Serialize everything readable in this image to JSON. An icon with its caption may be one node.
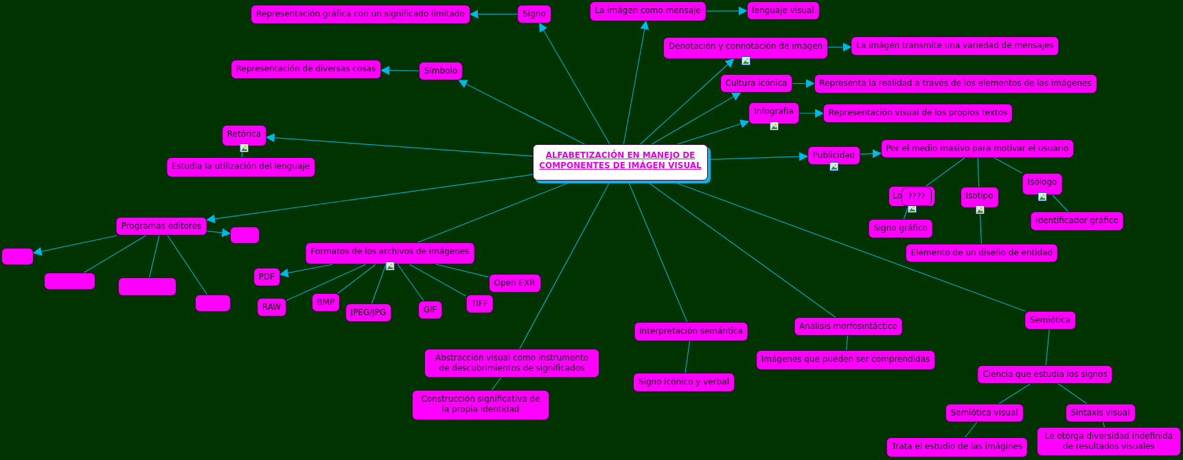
{
  "diagram": {
    "nodes": [
      {
        "text": [
          "ALFABETIZACIÓN EN MANEJO DE COMPONENTES DE IMÁGEN VISUAL"
        ]
      },
      {
        "text": [
          "Signo"
        ]
      },
      {
        "text": [
          "Representación gráfica con un significado limitado"
        ]
      },
      {
        "text": [
          "La imágen como mensaje"
        ]
      },
      {
        "text": [
          "lenguaje visual"
        ]
      },
      {
        "text": [
          "Denotación y connotación de imágen"
        ]
      },
      {
        "text": [
          "La imágen transmite una variedad de mensajes"
        ]
      },
      {
        "text": [
          "Símbolo"
        ]
      },
      {
        "text": [
          "Representación de diversas cosas"
        ]
      },
      {
        "text": [
          "Cultura icónica"
        ]
      },
      {
        "text": [
          "Representa la realidad a través de los elementos de las imágenes"
        ]
      },
      {
        "text": [
          "Infografía"
        ]
      },
      {
        "text": [
          "Representación visual de los propios textos"
        ]
      },
      {
        "text": [
          "Retórica"
        ]
      },
      {
        "text": [
          "Estudia la utilización del lenguaje"
        ]
      },
      {
        "text": [
          "Publicidad"
        ]
      },
      {
        "text": [
          "Por el medio masivo para motivar el usuario"
        ]
      },
      {
        "text": [
          "Isólogo"
        ]
      },
      {
        "text": [
          "Lo"
        ]
      },
      {
        "text": [
          "????"
        ],
        "in": 18
      },
      {
        "text": [
          "Isotipo"
        ]
      },
      {
        "text": [
          "Identificador gráfico"
        ]
      },
      {
        "text": [
          "Signo gráfico"
        ]
      },
      {
        "text": [
          "Programas editores"
        ]
      },
      {
        "text": [],
        "shape": "box"
      },
      {
        "text": [
          "Elemento de un diseño de entidad"
        ]
      },
      {
        "text": [],
        "shape": "box"
      },
      {
        "text": [
          "Formatos de los archivos de imágenes"
        ]
      },
      {
        "text": [
          "PDF"
        ]
      },
      {
        "text": [],
        "shape": "box"
      },
      {
        "text": [
          "Open EXR"
        ]
      },
      {
        "text": [],
        "shape": "box"
      },
      {
        "text": [
          "RAW"
        ]
      },
      {
        "text": [
          "BMP"
        ]
      },
      {
        "text": [
          "TIFF"
        ]
      },
      {
        "text": [
          "GIF"
        ]
      },
      {
        "text": [],
        "shape": "box"
      },
      {
        "text": [
          "JPEG/JPG"
        ]
      },
      {
        "text": [
          "Análisis morfosintáctico"
        ]
      },
      {
        "text": [
          "Semiótica"
        ]
      },
      {
        "text": [
          "Interpretación semántica"
        ]
      },
      {
        "text": [
          "Abstracción visual como instrumento de descubrimientos de significados"
        ]
      },
      {
        "text": [
          "Imágenes que pueden ser comprendidas"
        ]
      },
      {
        "text": [
          "Ciencia que estudia los signos"
        ]
      },
      {
        "text": [
          "Signo icónico y verbal"
        ]
      },
      {
        "text": [
          "Construcción significativa de la propia identidad"
        ]
      },
      {
        "text": [
          "Semiótica visual"
        ]
      },
      {
        "text": [
          "Sintaxis visual"
        ]
      },
      {
        "text": [
          "Trata el estudio de las imágines"
        ]
      },
      {
        "text": [
          "Le otorga diversidad indefinida de resultados visuales"
        ]
      }
    ],
    "edges": [
      {
        "from": 0,
        "to": 1,
        "arrow": "to"
      },
      {
        "from": 0,
        "to": 7,
        "arrow": "to"
      },
      {
        "from": 0,
        "to": 13,
        "arrow": "to"
      },
      {
        "from": 0,
        "to": 23,
        "arrow": "to"
      },
      {
        "from": 0,
        "to": 27,
        "arrow": "none"
      },
      {
        "from": 0,
        "to": 41,
        "arrow": "none"
      },
      {
        "from": 0,
        "to": 40,
        "arrow": "none"
      },
      {
        "from": 0,
        "to": 38,
        "arrow": "none"
      },
      {
        "from": 0,
        "to": 39,
        "arrow": "none"
      },
      {
        "from": 0,
        "to": 3,
        "arrow": "to"
      },
      {
        "from": 0,
        "to": 5,
        "arrow": "to"
      },
      {
        "from": 0,
        "to": 9,
        "arrow": "to"
      },
      {
        "from": 0,
        "to": 11,
        "arrow": "to"
      },
      {
        "from": 0,
        "to": 15,
        "arrow": "to"
      },
      {
        "from": 1,
        "to": 2,
        "arrow": "to"
      },
      {
        "from": 7,
        "to": 8,
        "arrow": "to"
      },
      {
        "from": 13,
        "to": 14,
        "arrow": "none"
      },
      {
        "from": 23,
        "to": 24,
        "arrow": "to"
      },
      {
        "from": 23,
        "to": 26,
        "arrow": "to"
      },
      {
        "from": 23,
        "to": 29,
        "arrow": "none"
      },
      {
        "from": 23,
        "to": 31,
        "arrow": "none"
      },
      {
        "from": 23,
        "to": 36,
        "arrow": "none"
      },
      {
        "from": 27,
        "to": 28,
        "arrow": "to"
      },
      {
        "from": 27,
        "to": 32,
        "arrow": "none"
      },
      {
        "from": 27,
        "to": 33,
        "arrow": "none"
      },
      {
        "from": 27,
        "to": 37,
        "arrow": "none"
      },
      {
        "from": 27,
        "to": 35,
        "arrow": "none"
      },
      {
        "from": 27,
        "to": 34,
        "arrow": "none"
      },
      {
        "from": 27,
        "to": 30,
        "arrow": "none"
      },
      {
        "from": 41,
        "to": 45,
        "arrow": "none"
      },
      {
        "from": 3,
        "to": 4,
        "arrow": "to"
      },
      {
        "from": 5,
        "to": 6,
        "arrow": "to"
      },
      {
        "from": 9,
        "to": 10,
        "arrow": "to"
      },
      {
        "from": 11,
        "to": 12,
        "arrow": "to"
      },
      {
        "from": 15,
        "to": 16,
        "arrow": "to"
      },
      {
        "from": 16,
        "to": 18,
        "arrow": "none"
      },
      {
        "from": 16,
        "to": 20,
        "arrow": "none"
      },
      {
        "from": 16,
        "to": 17,
        "arrow": "none"
      },
      {
        "from": 18,
        "to": 22,
        "arrow": "none"
      },
      {
        "from": 20,
        "to": 25,
        "arrow": "none"
      },
      {
        "from": 17,
        "to": 21,
        "arrow": "none"
      },
      {
        "from": 40,
        "to": 44,
        "arrow": "none"
      },
      {
        "from": 38,
        "to": 42,
        "arrow": "none"
      },
      {
        "from": 39,
        "to": 43,
        "arrow": "none"
      },
      {
        "from": 43,
        "to": 46,
        "arrow": "none"
      },
      {
        "from": 43,
        "to": 47,
        "arrow": "none"
      },
      {
        "from": 46,
        "to": 48,
        "arrow": "none"
      },
      {
        "from": 47,
        "to": 49,
        "arrow": "none"
      }
    ]
  }
}
